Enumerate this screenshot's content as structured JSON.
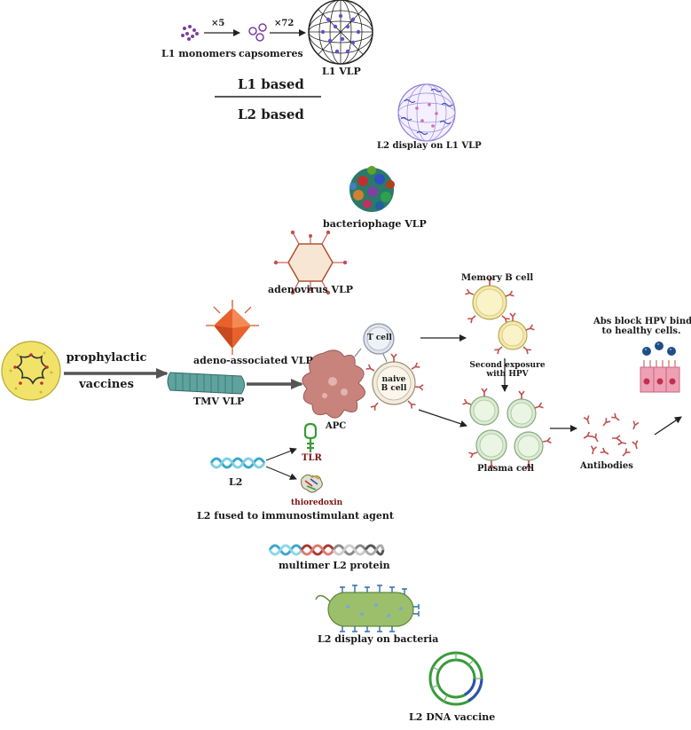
{
  "l1": {
    "monomers": "L1 monomers",
    "capsomeres": "capsomeres",
    "vlp": "L1 VLP",
    "x5": "×5",
    "x72": "×72"
  },
  "headings": {
    "l1_based": "L1 based",
    "l2_based": "L2 based"
  },
  "vlps": {
    "l2_display": "L2 display on L1 VLP",
    "bacteriophage": "bacteriophage VLP",
    "adenovirus": "adenovirus VLP",
    "aav": "adeno-associated VLP",
    "tmv": "TMV VLP"
  },
  "prophylactic": {
    "line1": "prophylactic",
    "line2": "vaccines"
  },
  "immune": {
    "apc": "APC",
    "t_cell": "T cell",
    "naive_line1": "naive",
    "naive_line2": "B cell",
    "memory": "Memory B cell",
    "second_line1": "Second exposure",
    "second_line2": "with HPV",
    "plasma": "Plasma cell",
    "antibodies": "Antibodies",
    "abs_line1": "Abs block HPV binding",
    "abs_line2": "to healthy cells."
  },
  "l2_platforms": {
    "l2": "L2",
    "tlr": "TLR",
    "thioredoxin": "thioredoxin",
    "fused": "L2 fused to immunostimulant agent",
    "multimer": "multimer L2 protein",
    "bacteria": "L2 display on bacteria",
    "dna": "L2 DNA vaccine"
  },
  "colors": {
    "arrow": "#222222",
    "capsomere": "#7b3fa0",
    "apc": "#c9837d",
    "cell_green": "#d9ecd0",
    "cell_yellow": "#f6e9a6",
    "antibody": "#c0504d",
    "aav": "#e8612c",
    "tmv": "#4a8a86",
    "helix": "#3aa8c8",
    "bacteria": "#9cbf6b",
    "dna_green": "#3a9a3a",
    "dna_blue": "#3050b0"
  }
}
